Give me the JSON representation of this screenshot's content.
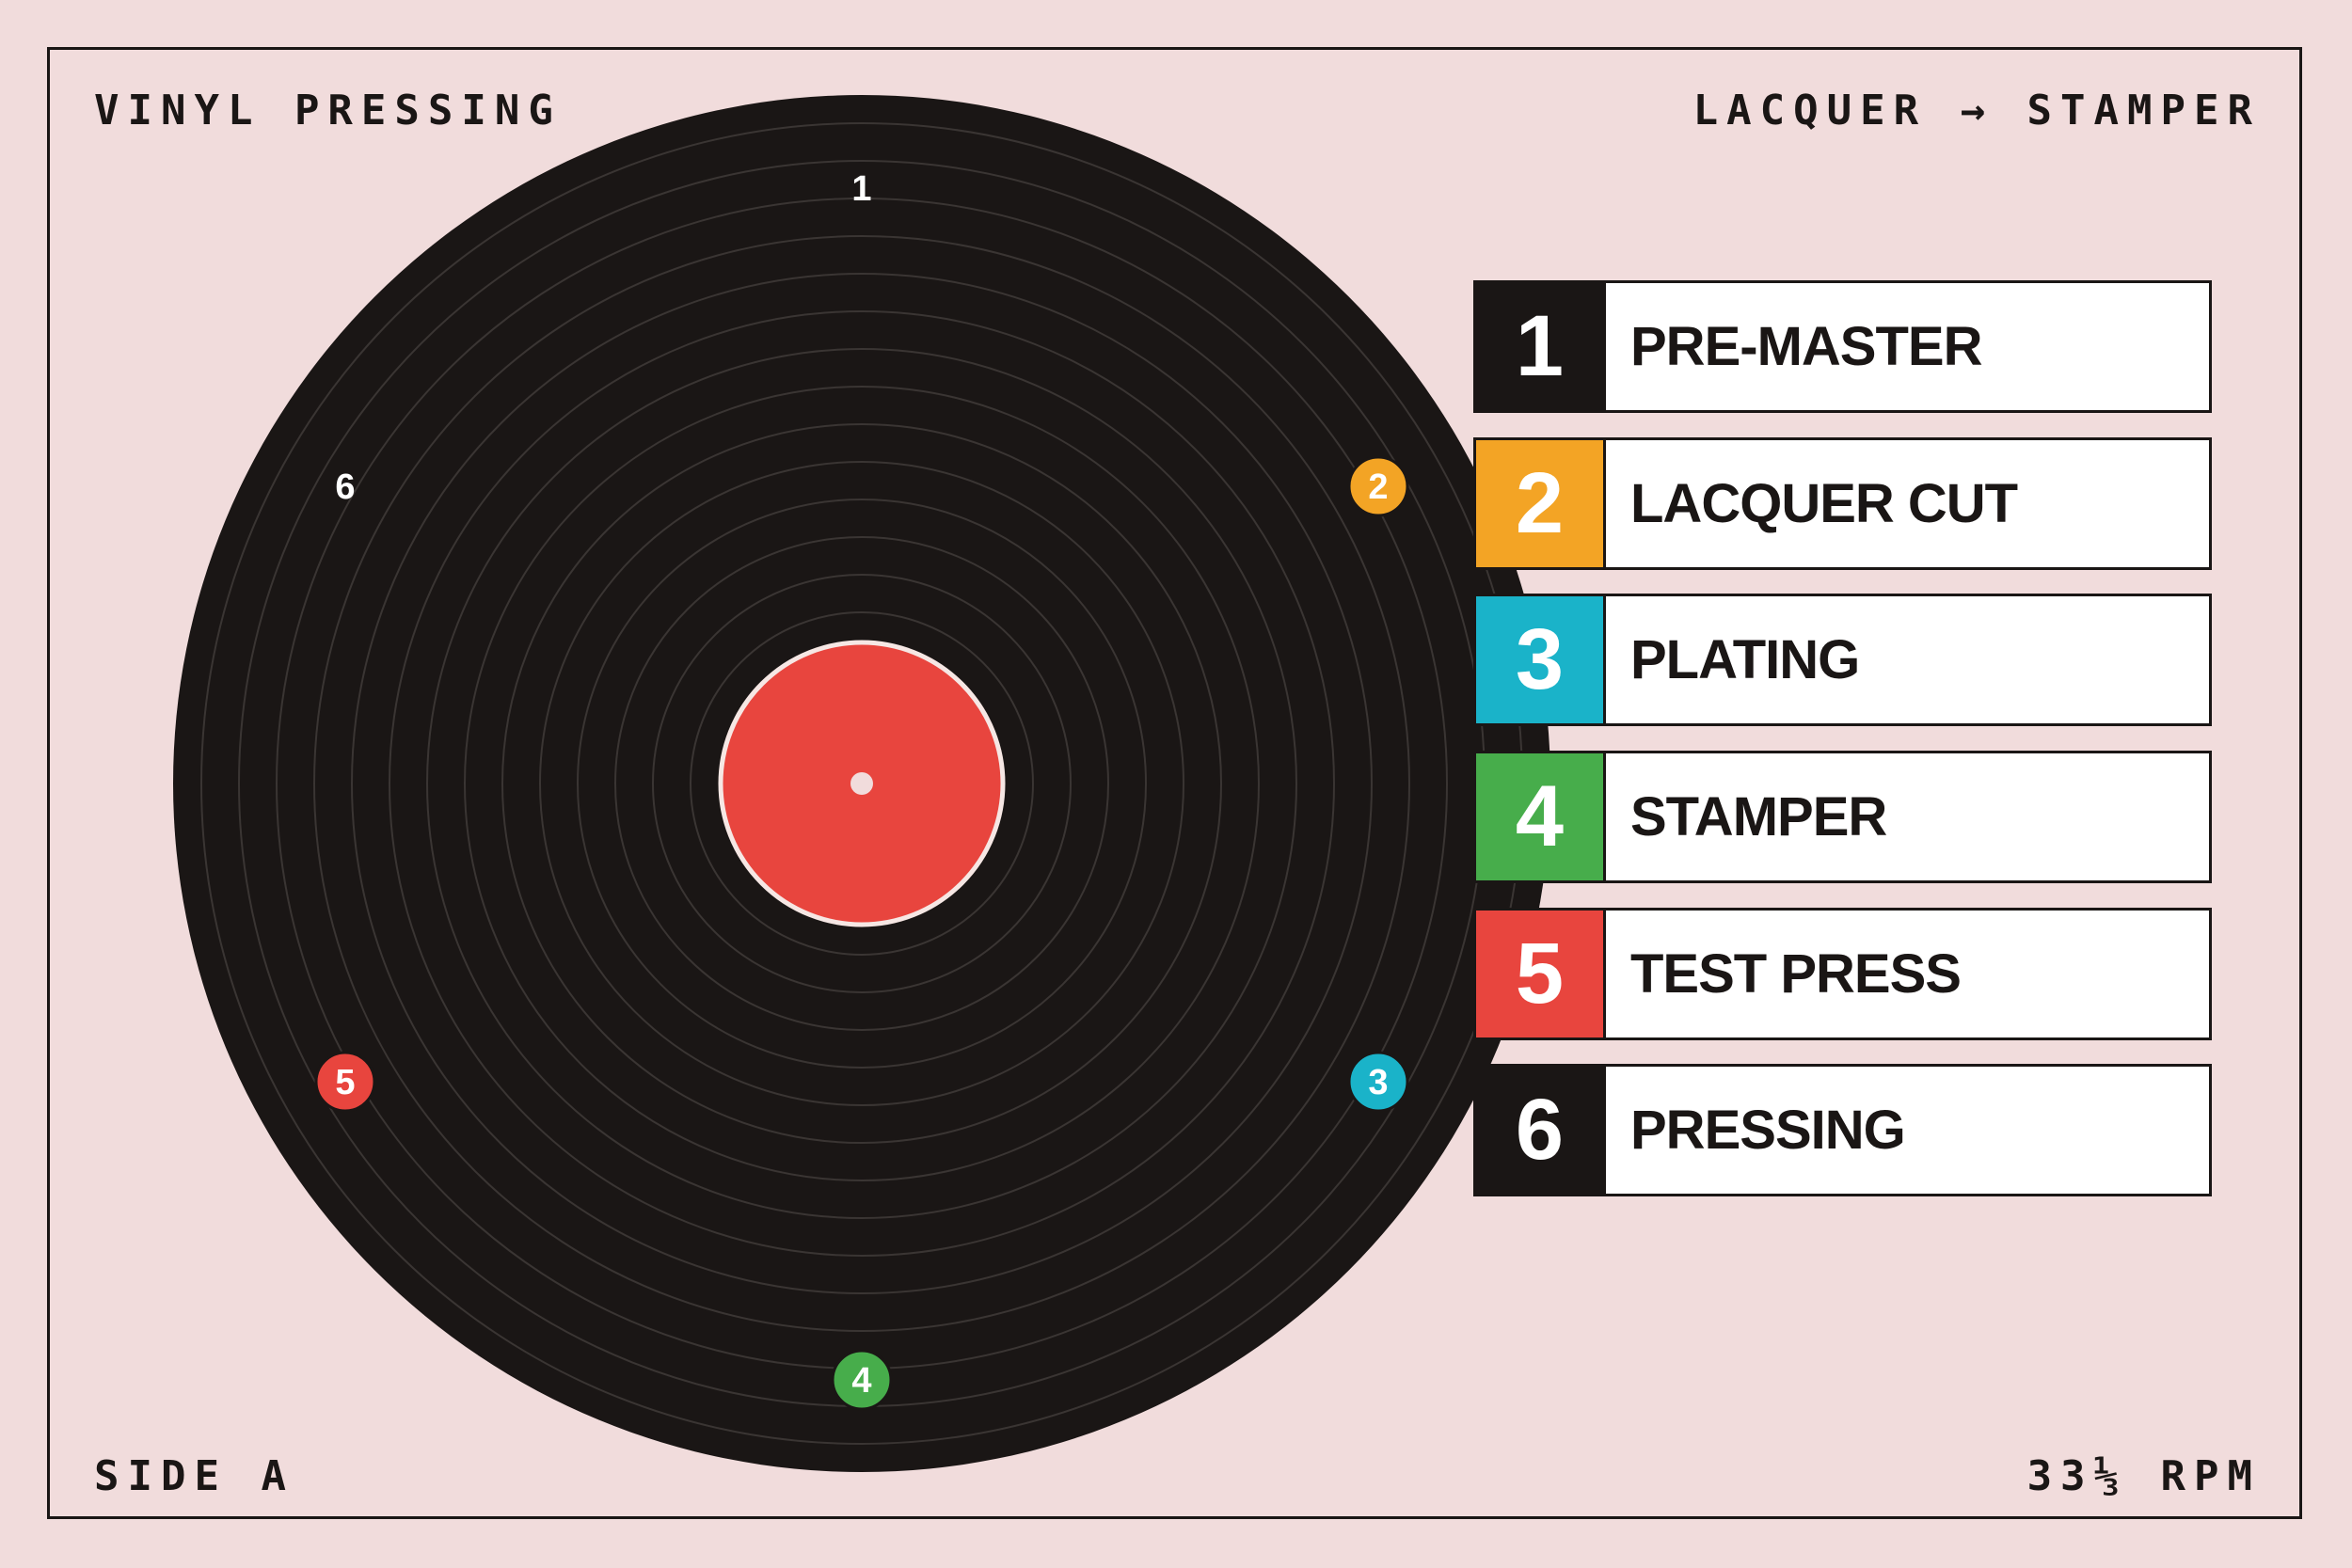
{
  "header": {
    "left": "VINYL PRESSING",
    "right": "LACQUER → STAMPER"
  },
  "footer": {
    "left": "SIDE A",
    "right": "33⅓ RPM"
  },
  "colors": {
    "background": "#f1dcdc",
    "ink": "#1a1615",
    "vinyl": "#1a1615",
    "label": "#e8453e",
    "step1": "#1a1615",
    "step2": "#f3a425",
    "step3": "#1ab3c9",
    "step4": "#47ad4b",
    "step5": "#e8453e",
    "step6": "#1a1615"
  },
  "steps": [
    {
      "number": "1",
      "label": "PRE-MASTER",
      "color": "#1a1615",
      "marker_style": "plain"
    },
    {
      "number": "2",
      "label": "LACQUER CUT",
      "color": "#f3a425",
      "marker_style": "dot"
    },
    {
      "number": "3",
      "label": "PLATING",
      "color": "#1ab3c9",
      "marker_style": "dot"
    },
    {
      "number": "4",
      "label": "STAMPER",
      "color": "#47ad4b",
      "marker_style": "dot"
    },
    {
      "number": "5",
      "label": "TEST PRESS",
      "color": "#e8453e",
      "marker_style": "dot"
    },
    {
      "number": "6",
      "label": "PRESSING",
      "color": "#1a1615",
      "marker_style": "plain"
    }
  ]
}
